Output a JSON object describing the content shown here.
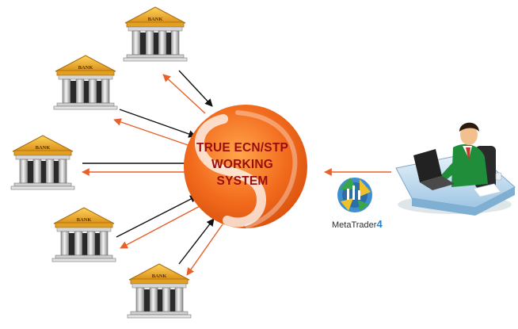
{
  "hub": {
    "title_lines": [
      "TRUE ECN/STP",
      "WORKING",
      "SYSTEM"
    ]
  },
  "banks": [
    {
      "label": "BANK"
    },
    {
      "label": "BANK"
    },
    {
      "label": "BANK"
    },
    {
      "label": "BANK"
    },
    {
      "label": "BANK"
    }
  ],
  "platform": {
    "name": "MetaTrader",
    "version": "4"
  },
  "colors": {
    "hub_orange": "#f26b1d",
    "hub_text": "#9b0d0d",
    "arrow_to_hub": "#111111",
    "arrow_from_hub": "#e8602a",
    "bank_roof": "#e6a51f",
    "bank_column": "#cfcfcf",
    "trader_shirt": "#1f8d3a",
    "desk_blue": "#a9cde8"
  },
  "icons": [
    "bank-icon",
    "trader-icon",
    "metatrader-logo-icon",
    "ecn-hub-icon"
  ]
}
